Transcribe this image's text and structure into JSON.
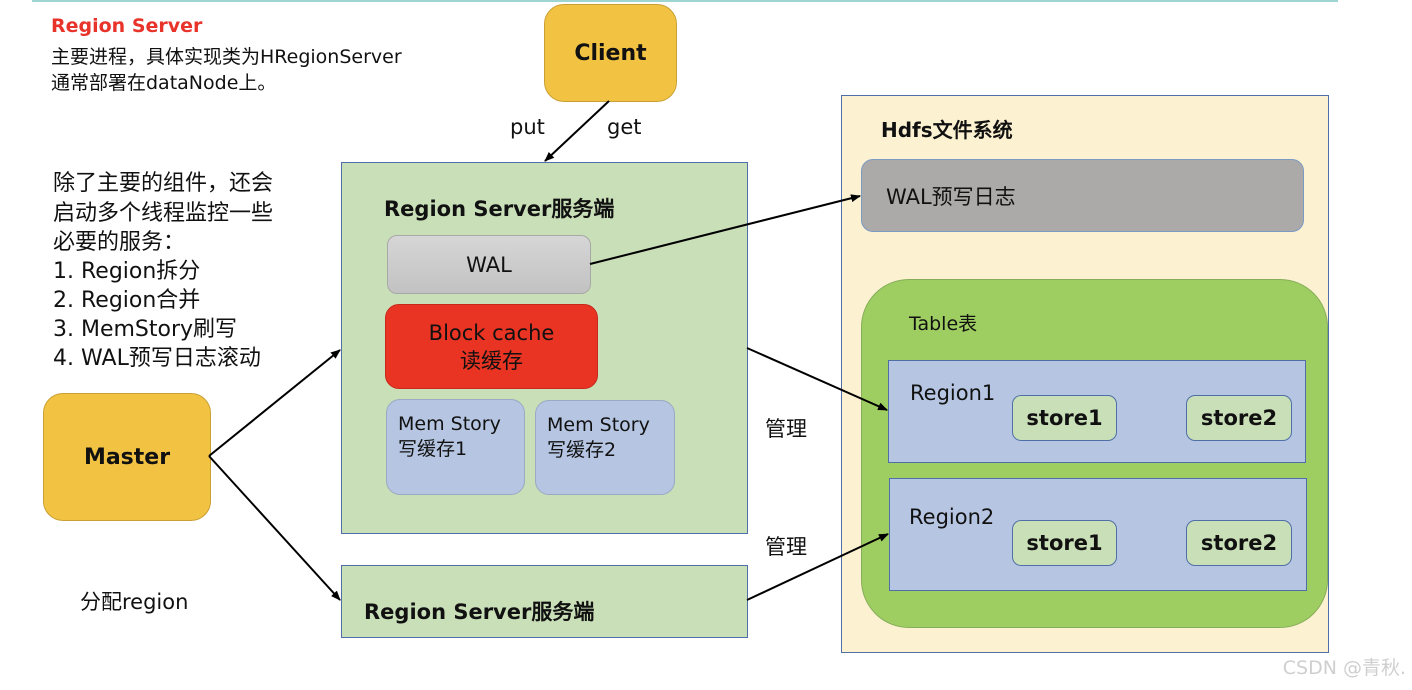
{
  "intro": {
    "title": "Region Server",
    "line1": "主要进程，具体实现类为HRegionServer",
    "line2": "通常部署在dataNode上。"
  },
  "notes": [
    "除了主要的组件，还会",
    "启动多个线程监控一些",
    "必要的服务：",
    "1.  Region拆分",
    "2.  Region合并",
    "3.  MemStory刷写",
    "4.  WAL预写日志滚动"
  ],
  "client": {
    "label": "Client"
  },
  "master": {
    "label": "Master"
  },
  "edges": {
    "put": "put",
    "get": "get",
    "assign_region": "分配region",
    "manage_1": "管理",
    "manage_2": "管理"
  },
  "region_server_main": {
    "title": "Region Server服务端",
    "wal": "WAL",
    "block_cache": {
      "line1": "Block cache",
      "line2": "读缓存"
    },
    "memstores": [
      {
        "line1": "Mem Story",
        "line2": "写缓存1"
      },
      {
        "line1": "Mem Story",
        "line2": "写缓存2"
      }
    ]
  },
  "region_server_secondary": {
    "title": "Region Server服务端"
  },
  "hdfs": {
    "title": "Hdfs文件系统",
    "wal_log": "WAL预写日志",
    "table": {
      "label": "Table表",
      "regions": [
        {
          "label": "Region1",
          "stores": [
            "store1",
            "store2"
          ]
        },
        {
          "label": "Region2",
          "stores": [
            "store1",
            "store2"
          ]
        }
      ]
    }
  },
  "watermark": "CSDN @青秋."
}
